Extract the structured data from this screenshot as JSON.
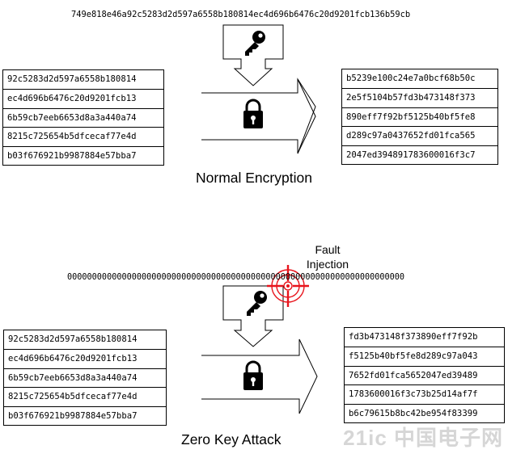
{
  "normal": {
    "key": "749e818e46a92c5283d2d597a6558b180814ec4d696b6476c20d9201fcb136b59cb",
    "plaintext": [
      "92c5283d2d597a6558b180814",
      "ec4d696b6476c20d9201fcb13",
      "6b59cb7eeb6653d8a3a440a74",
      "8215c725654b5dfcecaf77e4d",
      "b03f676921b9987884e57bba7"
    ],
    "ciphertext": [
      "b5239e100c24e7a0bcf68b50c",
      "2e5f5104b57fd3b473148f373",
      "890eff7f92bf5125b40bf5fe8",
      "d289c97a0437652fd01fca565",
      "2047ed394891783600016f3c7"
    ],
    "caption": "Normal Encryption"
  },
  "attack": {
    "key": "00000000000000000000000000000000000000000000000000000000000000000000",
    "fault_line1": "Fault",
    "fault_line2": "Injection",
    "plaintext": [
      "92c5283d2d597a6558b180814",
      "ec4d696b6476c20d9201fcb13",
      "6b59cb7eeb6653d8a3a440a74",
      "8215c725654b5dfcecaf77e4d",
      "b03f676921b9987884e57bba7"
    ],
    "ciphertext": [
      "fd3b473148f373890eff7f92b",
      "f5125b40bf5fe8d289c97a043",
      "7652fd01fca5652047ed39489",
      "1783600016f3c73b25d14af7f",
      "b6c79615b8bc42be954f83399"
    ],
    "caption": "Zero Key Attack"
  },
  "watermark": "21ic 中国电子网",
  "colors": {
    "target": "#e8141c",
    "line": "#000000"
  },
  "icons": [
    "key-icon",
    "lock-icon",
    "crosshair-target-icon",
    "right-arrow-icon",
    "down-arrow-icon"
  ]
}
